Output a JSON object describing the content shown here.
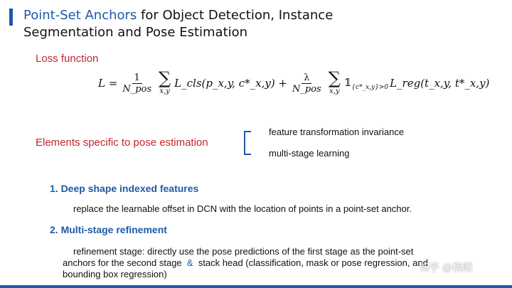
{
  "title": {
    "highlight": "Point-Set Anchors",
    "line1_rest": " for Object Detection, Instance",
    "line2": "Segmentation and Pose Estimation"
  },
  "loss_heading": "Loss function",
  "formula": {
    "lhs": "L =",
    "frac1_num": "1",
    "frac1_den": "N_pos",
    "sum_sub": "x,y",
    "term1": "L_cls(p_x,y, c*_x,y) +",
    "frac2_num": "λ",
    "frac2_den": "N_pos",
    "indicator": "𝟙",
    "indicator_sub": "{c*_x,y}>0",
    "term2": "L_reg(t_x,y, t*_x,y)"
  },
  "elements_heading": "Elements specific to pose estimation",
  "elements": [
    "feature transformation invariance",
    "multi-stage learning"
  ],
  "section1": {
    "heading": "1. Deep shape indexed features",
    "text": "replace the learnable offset in DCN with the location of points in a point-set anchor."
  },
  "section2": {
    "heading": "2. Multi-stage refinement",
    "line1": "refinement stage: directly use the pose predictions of the first stage as the point-set",
    "line2a": "anchors for the second stage",
    "amp": "&",
    "line2b": "stack head (classification, mask or pose regression, and",
    "line3": "bounding box regression)"
  },
  "watermark": "知乎 @杨阳",
  "colors": {
    "accent": "#1f5aa8",
    "red": "#c0282d"
  }
}
